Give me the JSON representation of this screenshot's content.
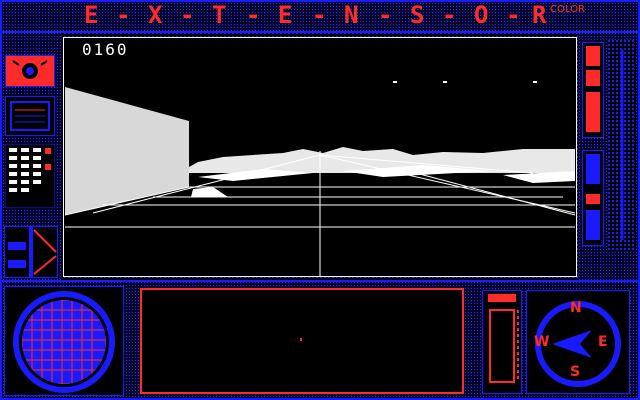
{
  "game": {
    "title_letters": [
      "E",
      "-",
      "X",
      "-",
      "T",
      "-",
      "E",
      "-",
      "N",
      "-",
      "S",
      "-",
      "O",
      "-",
      "R"
    ],
    "title_suffix": "COLOR",
    "score": "0160",
    "compass": {
      "north": "N",
      "south": "S",
      "east": "E",
      "west": "W"
    }
  },
  "colors": {
    "background": "#000000",
    "panel_blue": "#1a1aff",
    "accent_red": "#ff2a2a",
    "viewport_white": "#ffffff",
    "wall_gray": "#d8d8d8"
  },
  "icons": {
    "status_light": "alarm-light-icon",
    "radar": "radar-grid-icon",
    "compass": "compass-icon"
  }
}
